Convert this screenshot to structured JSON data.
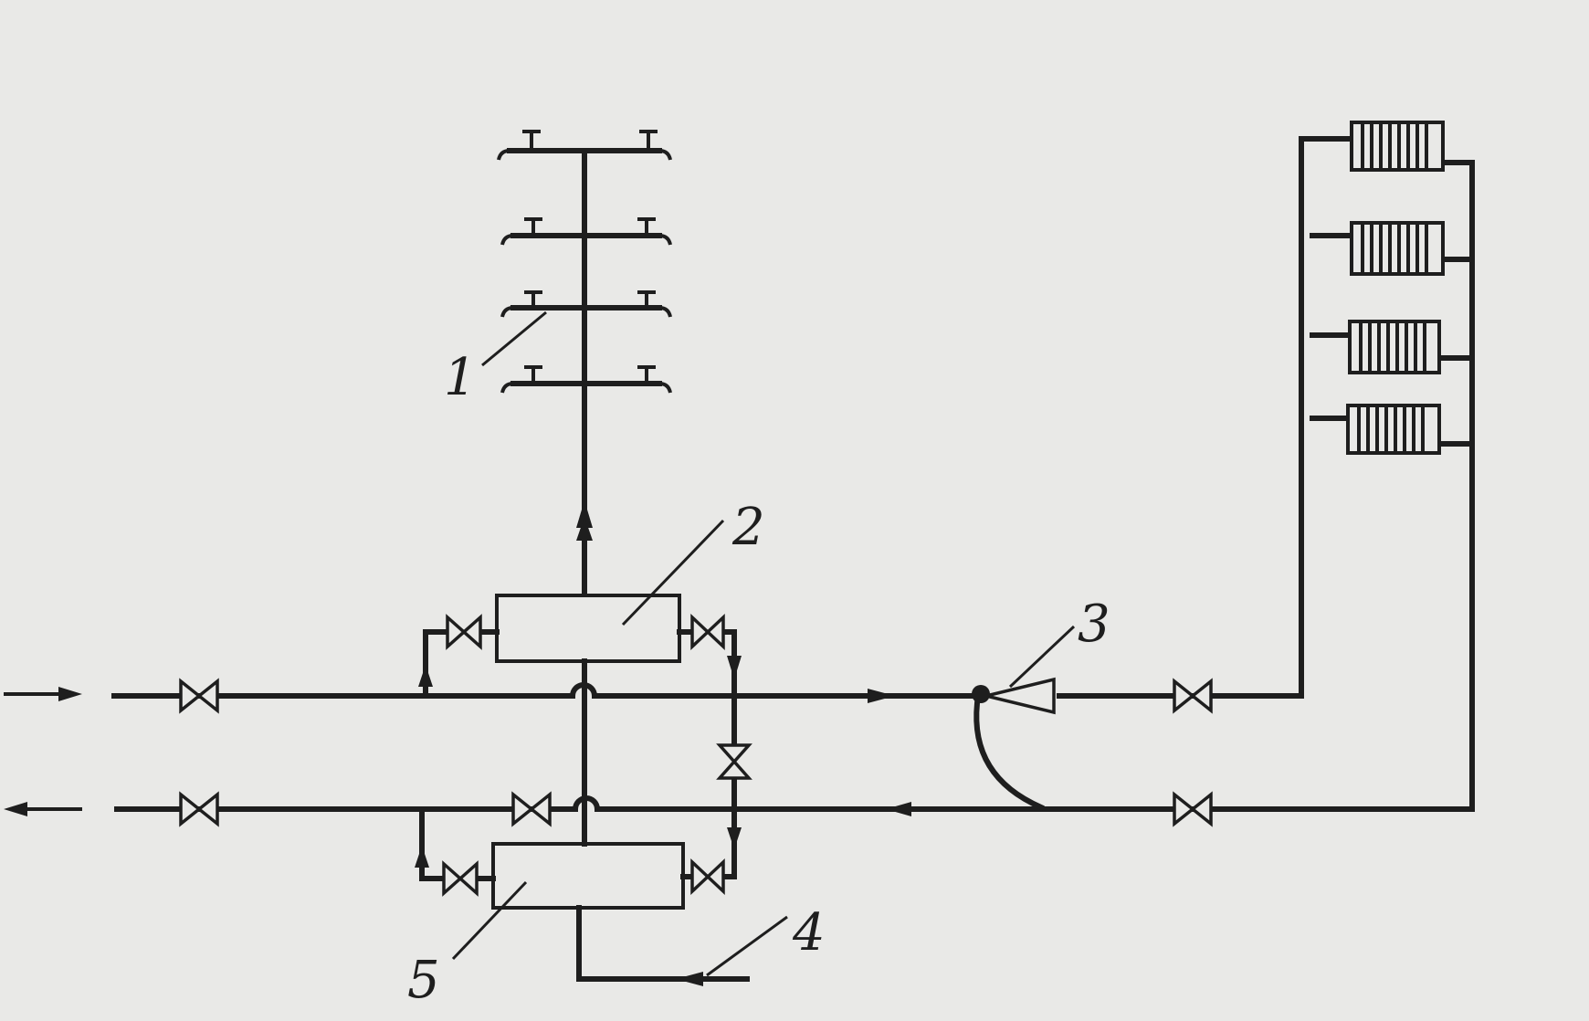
{
  "diagram": {
    "labels": {
      "label_1": "1",
      "label_2": "2",
      "label_3": "3",
      "label_4": "4",
      "label_5": "5"
    }
  },
  "colors": {
    "ink": "#1e1e1e",
    "paper": "#e9e9e7"
  }
}
